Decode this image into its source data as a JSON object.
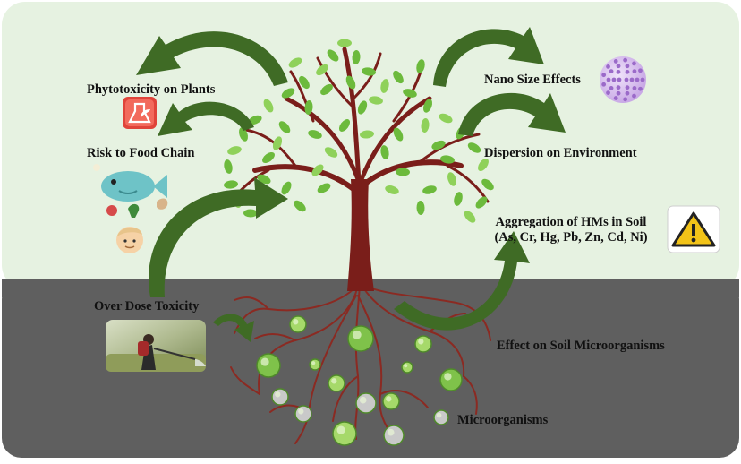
{
  "labels": {
    "phytotoxicity": "Phytotoxicity on Plants",
    "food_chain": "Risk to Food Chain",
    "nano_size": "Nano Size Effects",
    "dispersion": "Dispersion on Environment",
    "aggregation_line1": "Aggregation of HMs in Soil",
    "aggregation_line2": "(As, Cr, Hg, Pb, Zn, Cd, Ni)",
    "over_dose": "Over Dose Toxicity",
    "soil_microorganisms": "Effect on Soil Microorganisms",
    "microorganisms": "Microorganisms"
  },
  "colors": {
    "sky_panel": "#e6f2e1",
    "soil_panel": "#5f5f5f",
    "arrow_green": "#3f6b25",
    "trunk": "#7a1e1a",
    "leaf": "#6cba3c",
    "warning_yellow": "#f2c318",
    "lab_red": "#e0443a",
    "nano_purple": "#9b6ac9"
  },
  "icons": {
    "phytotoxicity": "lab-flask-leaf-icon",
    "food_chain": "fish-food-icon",
    "human": "human-face-icon",
    "nano": "nanoparticle-sphere-icon",
    "warning": "warning-triangle-icon",
    "sprayer": "pesticide-sprayer-photo"
  }
}
